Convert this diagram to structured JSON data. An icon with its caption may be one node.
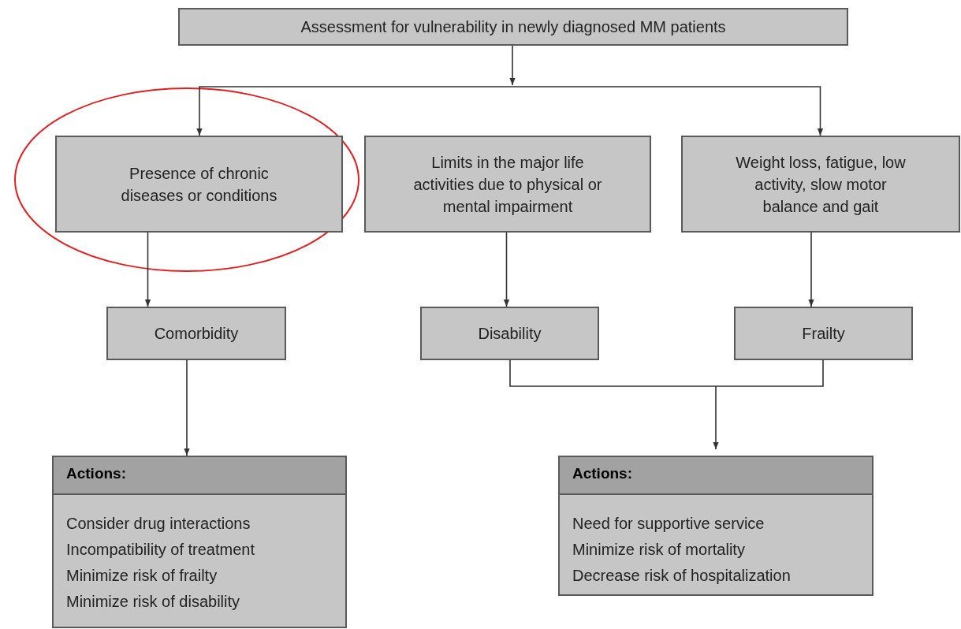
{
  "diagram": {
    "nodes": [
      {
        "text": [
          "Assessment for vulnerability in newly diagnosed MM patients"
        ]
      },
      {
        "text": [
          "Presence of chronic diseases or conditions"
        ]
      },
      {
        "text": [
          "Limits in the major life activities due to physical or mental impairment"
        ]
      },
      {
        "text": [
          "Weight loss, fatigue, low activity, slow motor balance and gait"
        ]
      },
      {
        "text": [
          "Comorbidity"
        ]
      },
      {
        "text": [
          "Disability"
        ]
      },
      {
        "text": [
          "Frailty"
        ]
      },
      {
        "text": [
          "Actions:",
          "Consider drug interactions",
          "Incompatibility of treatment",
          "Minimize risk of frailty",
          "Minimize risk of disability"
        ]
      },
      {
        "text": [
          "Actions:",
          "Need for supportive service",
          "Minimize risk of mortality",
          "Decrease risk of hospitalization"
        ]
      }
    ],
    "edges": [
      {
        "from": 0,
        "to": 1,
        "arrow": "to"
      },
      {
        "from": 0,
        "to": 3,
        "arrow": "to"
      },
      {
        "from": 1,
        "to": 4,
        "arrow": "to"
      },
      {
        "from": 2,
        "to": 5,
        "arrow": "to"
      },
      {
        "from": 3,
        "to": 6,
        "arrow": "to"
      },
      {
        "from": 4,
        "to": 7,
        "arrow": "to"
      },
      {
        "from": 5,
        "to": 8,
        "arrow": "to"
      },
      {
        "from": 6,
        "to": 8,
        "arrow": "to"
      }
    ]
  }
}
